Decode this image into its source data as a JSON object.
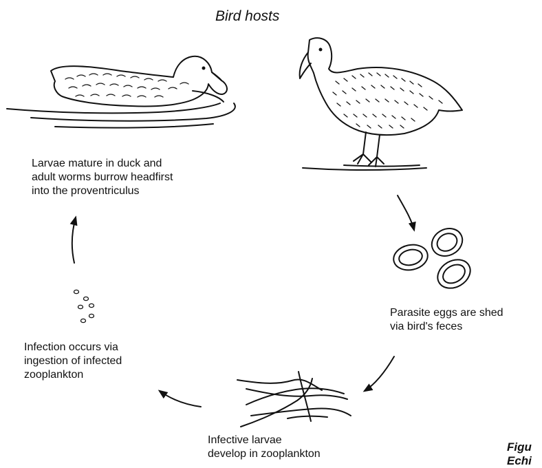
{
  "title": "Bird hosts",
  "labels": {
    "adult": "Larvae mature in duck and\nadult worms burrow headfirst\ninto the proventriculus",
    "eggs": "Parasite eggs are shed\nvia bird's feces",
    "infection": "Infection occurs via\ningestion of infected\nzooplankton",
    "larvae": "Infective larvae\ndevelop in zooplankton",
    "figure": "Figu\nEchi"
  },
  "icons": [
    "swimming-duck-icon",
    "standing-duck-icon",
    "parasite-eggs-icon",
    "larvae-worms-icon",
    "ingested-zooplankton-icon",
    "cycle-arrow-icon"
  ]
}
